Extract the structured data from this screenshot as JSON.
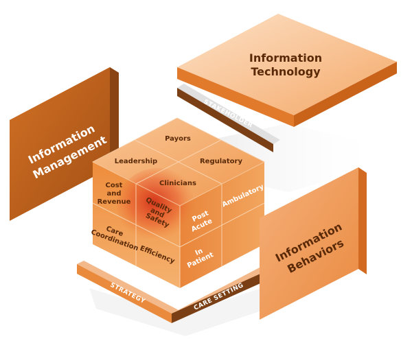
{
  "panels": {
    "information_technology": [
      "Information",
      "Technology"
    ],
    "information_management": [
      "Information",
      "Management"
    ],
    "information_behaviors": [
      "Information",
      "Behaviors"
    ]
  },
  "strips": {
    "stakeholder": "STAKEHOLDER",
    "strategy": "STRATEGY",
    "care_setting": "CARE SETTING"
  },
  "cube": {
    "top": {
      "payors": "Payors",
      "leadership": "Leadership",
      "regulatory": "Regulatory",
      "clinicians": "Clinicians"
    },
    "front": {
      "cost_and_revenue": [
        "Cost",
        "and",
        "Revenue"
      ],
      "quality_and_safety": [
        "Quality",
        "and",
        "Safety"
      ],
      "care_coordination": [
        "Care",
        "Coordination"
      ],
      "efficiency": "Efficiency"
    },
    "right": {
      "ambulatory": "Ambulatory",
      "post_acute": [
        "Post",
        "Acute"
      ],
      "in_patient": [
        "In",
        "Patient"
      ]
    }
  },
  "colors": {
    "orange_light": "#f7b98a",
    "orange_mid": "#eb8a3c",
    "orange_dark": "#c9631a",
    "brown": "#7a3f14",
    "red_glow": "#d9381e"
  }
}
